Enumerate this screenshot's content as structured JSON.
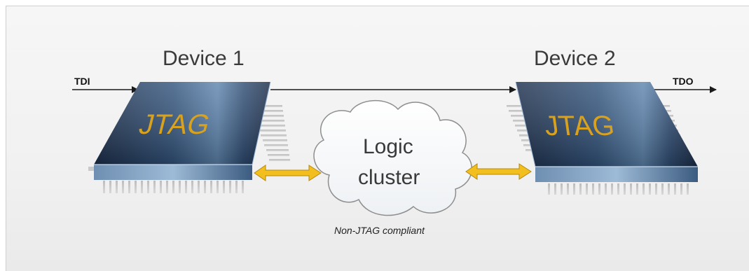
{
  "diagram": {
    "device1": {
      "title": "Device 1",
      "chip_label": "JTAG"
    },
    "device2": {
      "title": "Device 2",
      "chip_label": "JTAG"
    },
    "input_signal": "TDI",
    "output_signal": "TDO",
    "cloud": {
      "line1": "Logic",
      "line2": "cluster",
      "note": "Non-JTAG compliant"
    },
    "colors": {
      "chip_top": "#2c4a72",
      "chip_highlight": "#8fb3d6",
      "chip_text": "#d9a21e",
      "bidir_arrow": "#f2bf1f",
      "signal_line": "#1a1a1a"
    }
  }
}
